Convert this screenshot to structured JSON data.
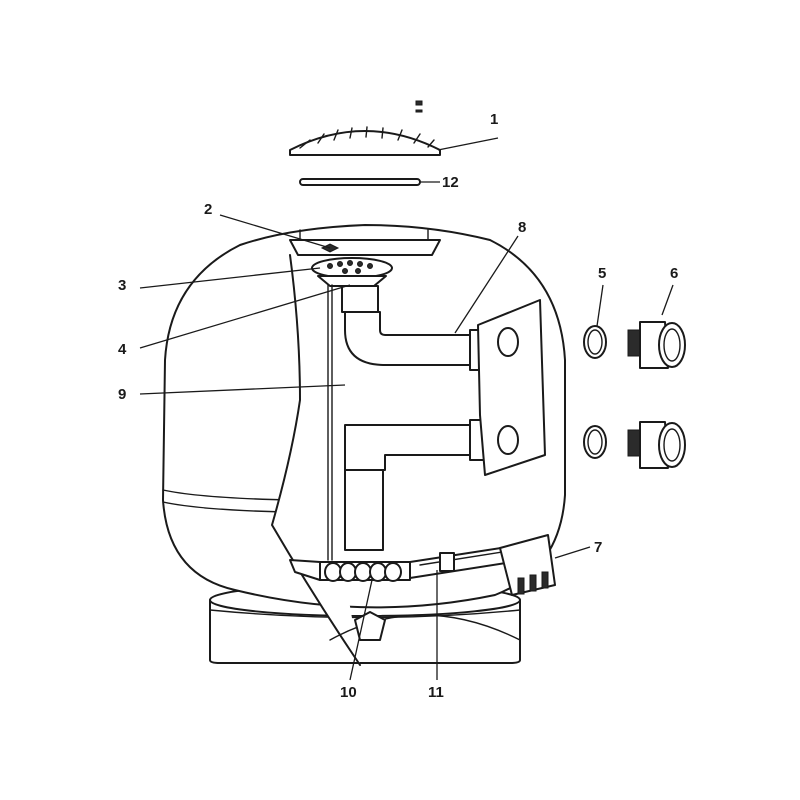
{
  "diagram": {
    "type": "exploded-parts-diagram",
    "subject": "sand filter tank",
    "callouts": [
      {
        "id": "1",
        "label": "1"
      },
      {
        "id": "2",
        "label": "2"
      },
      {
        "id": "3",
        "label": "3"
      },
      {
        "id": "4",
        "label": "4"
      },
      {
        "id": "5",
        "label": "5"
      },
      {
        "id": "6",
        "label": "6"
      },
      {
        "id": "7",
        "label": "7"
      },
      {
        "id": "8",
        "label": "8"
      },
      {
        "id": "9",
        "label": "9"
      },
      {
        "id": "10",
        "label": "10"
      },
      {
        "id": "11",
        "label": "11"
      },
      {
        "id": "12",
        "label": "12"
      }
    ]
  },
  "colors": {
    "line": "#1a1a1a",
    "background": "#ffffff"
  }
}
